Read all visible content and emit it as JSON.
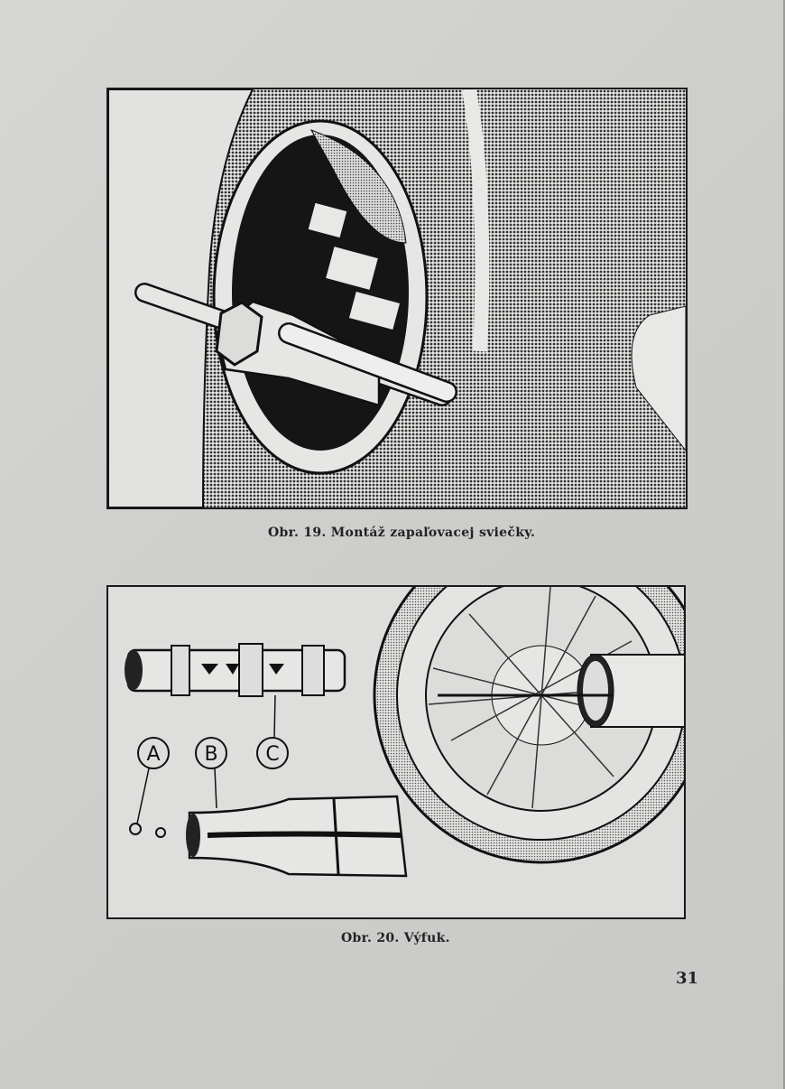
{
  "figures": [
    {
      "caption": "Obr. 19. Montáž zapaľovacej sviečky."
    },
    {
      "caption": "Obr. 20. Výfuk.",
      "labels": [
        "A",
        "B",
        "C"
      ]
    }
  ],
  "page_number": "31"
}
